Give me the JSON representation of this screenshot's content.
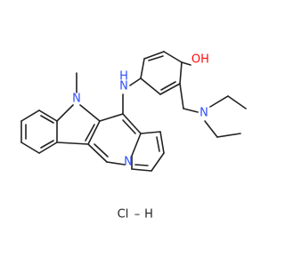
{
  "colors": {
    "bond": "#222222",
    "nitrogen": "#3050f8",
    "oxygen": "#ff0d0d",
    "carbon": "#222222",
    "background": "#ffffff"
  },
  "atoms": {
    "indole_n": "N",
    "n_methyl": "",
    "amine_nh": "N",
    "amine_h": "H",
    "quinoline_n": "N",
    "hydroxyl_o": "O",
    "hydroxyl_h": "H",
    "diethylamino_n": "N"
  },
  "salt": {
    "cl": "Cl",
    "dash": "–",
    "h": "H"
  }
}
